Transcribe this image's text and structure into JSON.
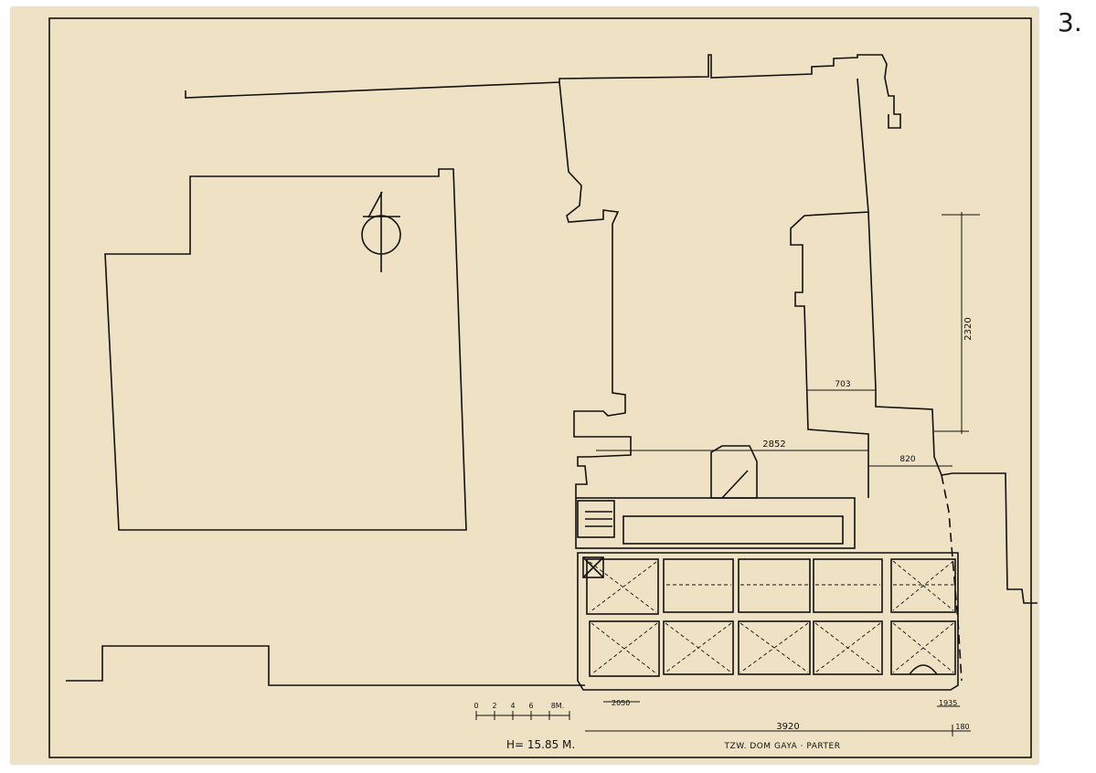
{
  "page_number": "3.",
  "title": "TZW. DOM GAYA · PARTER",
  "height_label": "H= 15.85 M.",
  "scale_bar": {
    "ticks": [
      "0",
      "2",
      "4",
      "6",
      "8M."
    ]
  },
  "dimensions": {
    "d2320": "2320",
    "d703": "703",
    "d2852": "2852",
    "d820": "820",
    "d2050": "2050",
    "d1935": "1935",
    "d3920": "3920",
    "d180": "180"
  },
  "colors": {
    "paper": "#efe2c4",
    "ink": "#111111"
  }
}
